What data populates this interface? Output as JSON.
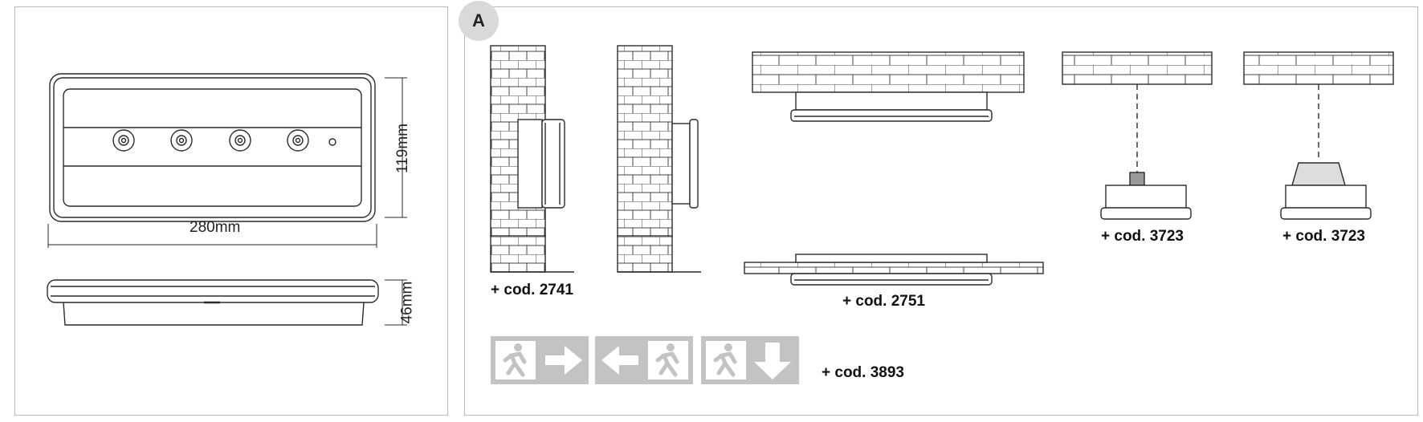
{
  "drawing": {
    "width_label": "280mm",
    "height_label": "119mm",
    "depth_label": "46mm"
  },
  "section": {
    "badge": "A"
  },
  "accessories": {
    "wall_mount_code": "+ cod. 2741",
    "recessed_code": "+ cod. 2751",
    "suspension_code_1": "+ cod. 3723",
    "suspension_code_2": "+ cod. 3723",
    "pictogram_code": "+ cod. 3893"
  },
  "pictograms": [
    {
      "icon": "running-man-right-arrow-icon"
    },
    {
      "icon": "left-arrow-running-man-icon"
    },
    {
      "icon": "running-man-down-arrow-icon"
    }
  ],
  "colors": {
    "line": "#2a2a2a",
    "panel_border": "#b9b9b9",
    "badge": "#d9d9d9",
    "sign": "#c3c3c3"
  }
}
